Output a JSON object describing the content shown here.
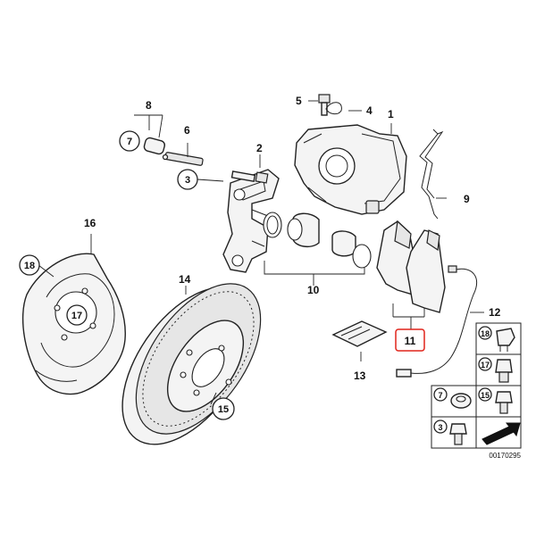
{
  "callouts": {
    "c1": "1",
    "c2": "2",
    "c3": "3",
    "c4": "4",
    "c5": "5",
    "c6": "6",
    "c7": "7",
    "c8": "8",
    "c9": "9",
    "c10": "10",
    "c11": "11",
    "c12": "12",
    "c13": "13",
    "c14": "14",
    "c15": "15",
    "c16": "16",
    "c17": "17",
    "c18": "18"
  },
  "legend": {
    "l18": "18",
    "l17": "17",
    "l7": "7",
    "l15": "15",
    "l3": "3"
  },
  "diagram_id": "00170295",
  "colors": {
    "highlight": "#e0231a",
    "line": "#222222"
  }
}
